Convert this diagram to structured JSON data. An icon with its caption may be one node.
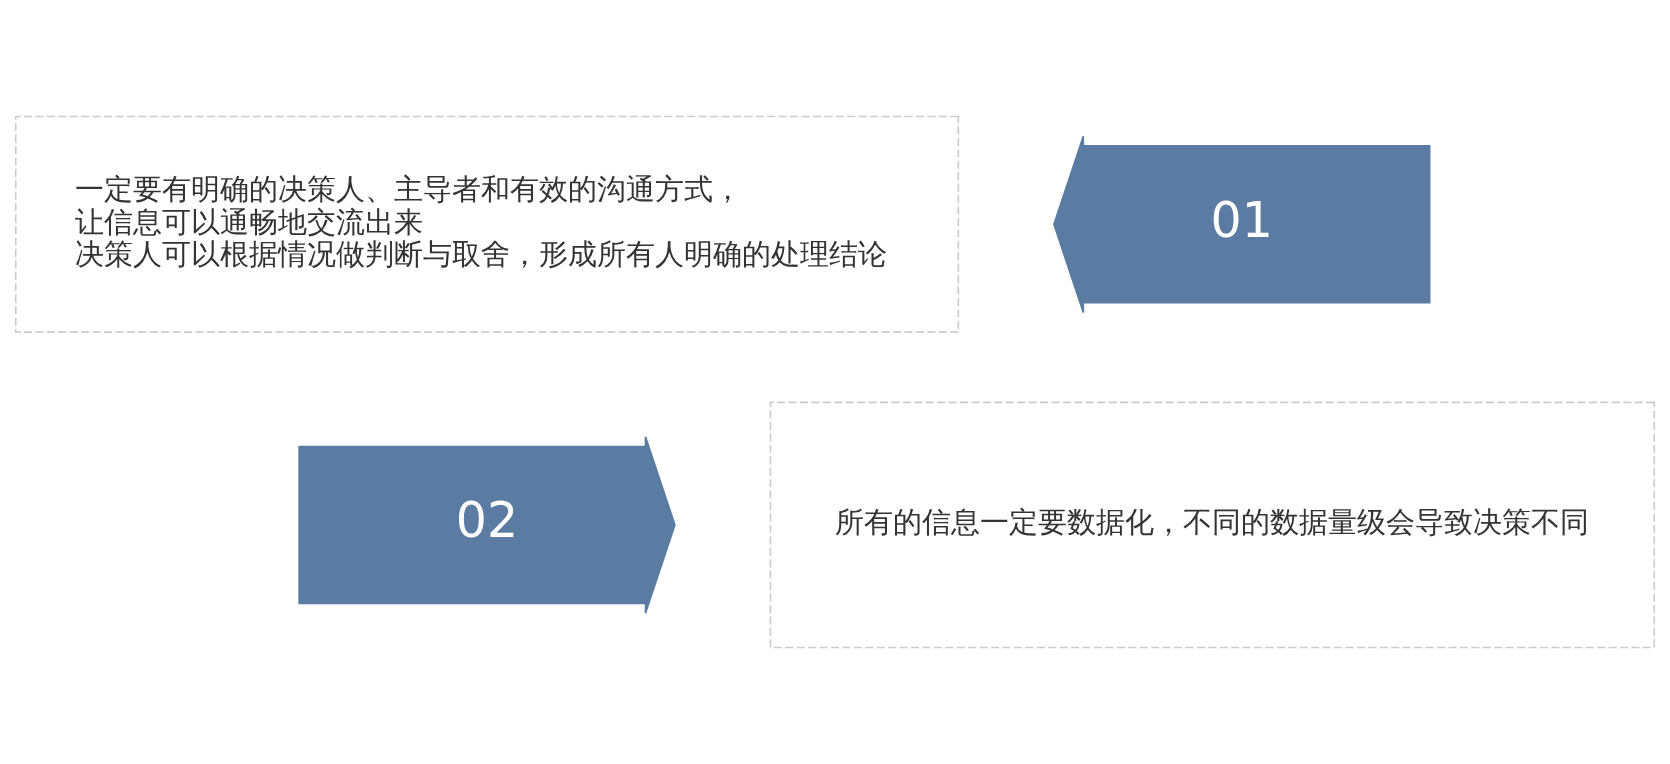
{
  "diagram": {
    "nodes": [
      {
        "text": [
          "一定要有明确的决策人、主导者和有效的沟通方式，",
          "让信息可以通畅地交流出来",
          "决策人可以根据情况做判断与取舍，形成所有人明确的处理结论"
        ]
      },
      {
        "text": [
          "01"
        ]
      },
      {
        "text": [
          "02"
        ]
      },
      {
        "text": [
          "所有的信息一定要数据化，不同的数据量级会导致决策不同"
        ]
      }
    ],
    "edges": []
  }
}
